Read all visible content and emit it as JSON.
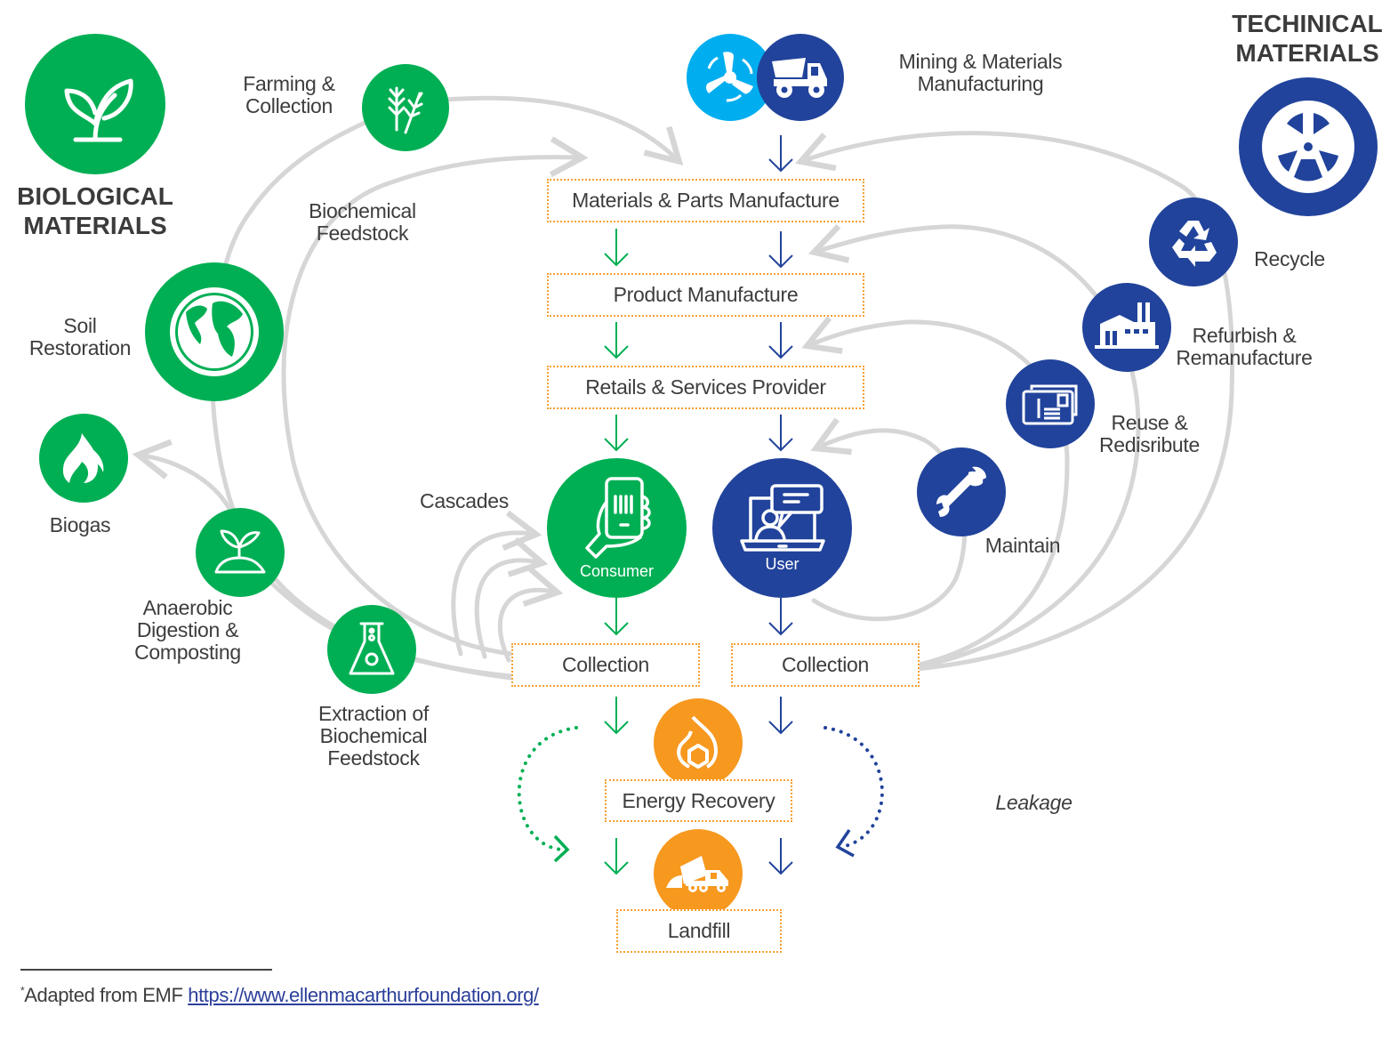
{
  "colors": {
    "biological": "#00af54",
    "technical": "#21439b",
    "technical_light": "#00aeef",
    "leakage": "#f7981f",
    "flow_box_border": "#f6a032",
    "loop_arc": "#d6d6d6",
    "text": "#3d3d3d"
  },
  "headings": {
    "biological": "BIOLOGICAL\nMATERIALS",
    "technical": "TECHINICAL\nMATERIALS"
  },
  "biological_cycle": {
    "farming": "Farming &\nCollection",
    "biochemical_feedstock": "Biochemical\nFeedstock",
    "soil_restoration": "Soil\nRestoration",
    "biogas": "Biogas",
    "anaerobic": "Anaerobic\nDigestion &\nComposting",
    "extraction": "Extraction of\nBiochemical\nFeedstock",
    "cascades": "Cascades"
  },
  "technical_cycle": {
    "mining": "Mining & Materials\nManufacturing",
    "recycle": "Recycle",
    "refurbish": "Refurbish &\nRemanufacture",
    "reuse": "Reuse &\nRedisribute",
    "maintain": "Maintain",
    "leakage": "Leakage"
  },
  "flow": {
    "materials_parts": "Materials & Parts Manufacture",
    "product_manufacture": "Product Manufacture",
    "retail": "Retails & Services Provider",
    "consumer": "Consumer",
    "user": "User",
    "collection_bio": "Collection",
    "collection_tech": "Collection",
    "energy_recovery": "Energy Recovery",
    "landfill": "Landfill"
  },
  "footnote": {
    "text": "Adapted from EMF ",
    "marker": "*",
    "link": "https://www.ellenmacarthurfoundation.org/"
  }
}
